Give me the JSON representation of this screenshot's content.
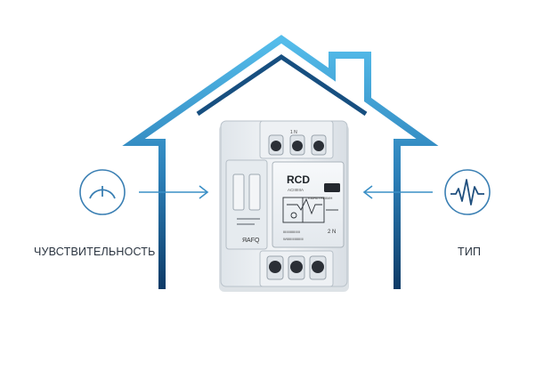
{
  "labels": {
    "sensitivity": "ЧУВСТВИТЕЛЬНОСТЬ",
    "type": "ТИП"
  },
  "device": {
    "brand": "RCD",
    "model": "ACIIIIIIIA",
    "small_text_1": "KMHIIYHIIIIMH",
    "small_text_2": "IIIIIIIIIIIIIIIII",
    "rating_text": "WIIIIIIIIIIIIIIIII",
    "side_text": "ЯAFQ",
    "terminal_top": "1 N",
    "terminal_bottom": "2 N"
  },
  "colors": {
    "house_top": "#4fb7e8",
    "house_bottom": "#0d3a66",
    "icon": "#3a7fb3",
    "device_body": "#e9edf1",
    "terminal": "#2b2f36"
  },
  "icons": {
    "left": "gauge-icon",
    "right": "pulse-wave-icon"
  }
}
